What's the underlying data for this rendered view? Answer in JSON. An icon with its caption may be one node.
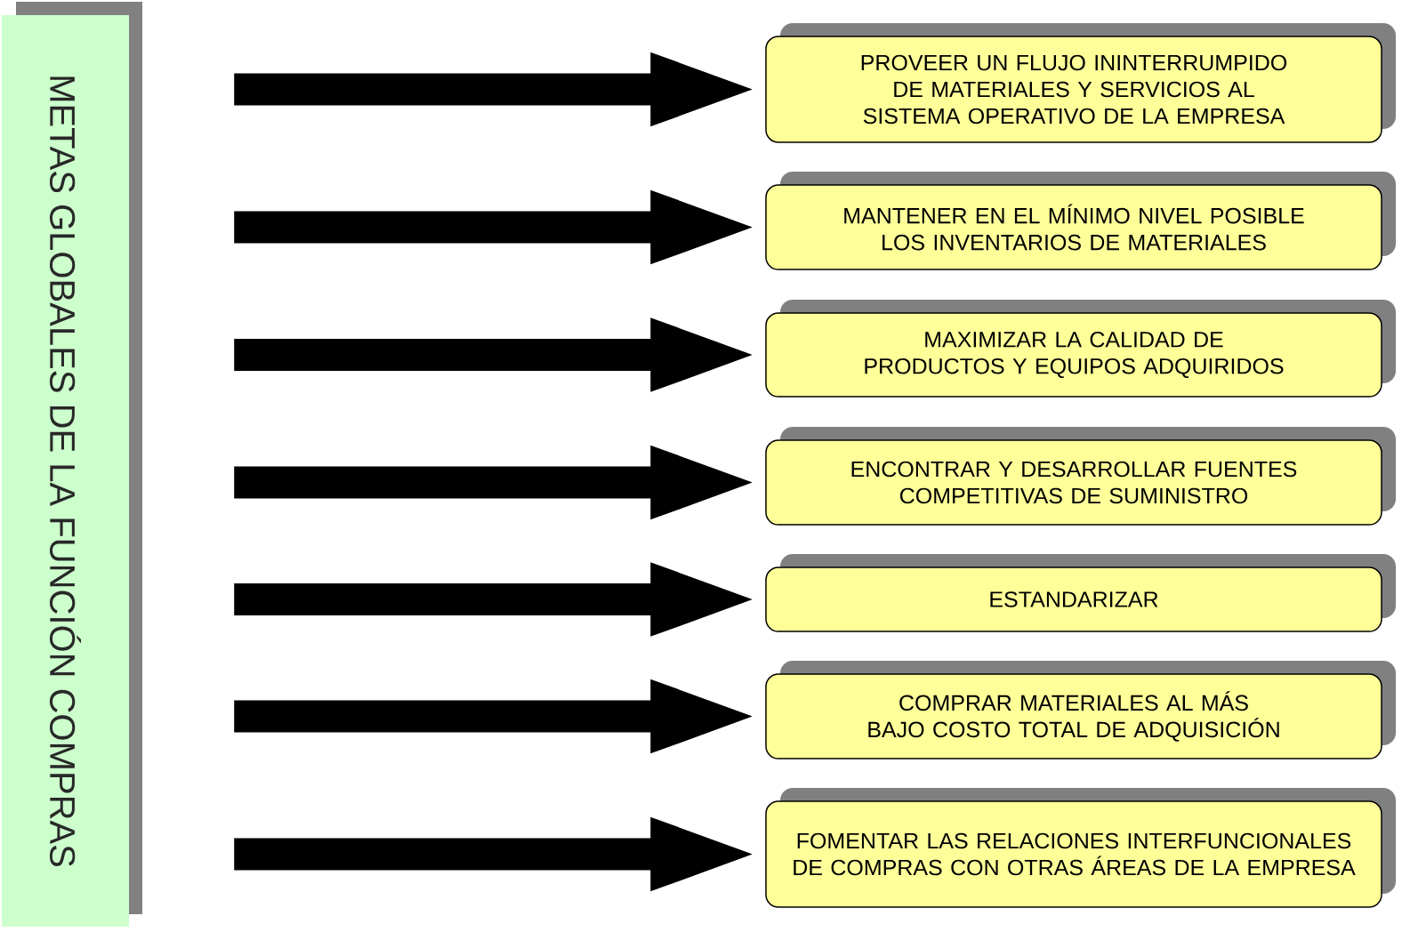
{
  "diagram": {
    "nodes": [
      {
        "text": [
          "METAS GLOBALES DE LA FUNCIÓN COMPRAS"
        ]
      },
      {
        "text": [
          "PROVEER UN FLUJO ININTERRUMPIDO DE MATERIALES Y SERVICIOS AL SISTEMA OPERATIVO DE LA EMPRESA"
        ]
      },
      {
        "text": [
          "MANTENER EN EL MÍNIMO NIVEL POSIBLE LOS INVENTARIOS DE MATERIALES"
        ]
      },
      {
        "text": [
          "MAXIMIZAR LA CALIDAD DE PRODUCTOS Y EQUIPOS ADQUIRIDOS"
        ]
      },
      {
        "text": [
          "ENCONTRAR Y DESARROLLAR FUENTES COMPETITIVAS DE SUMINISTRO"
        ]
      },
      {
        "text": [
          "ESTANDARIZAR"
        ]
      },
      {
        "text": [
          "COMPRAR MATERIALES AL MÁS BAJO COSTO TOTAL DE ADQUISICIÓN"
        ]
      },
      {
        "text": [
          "FOMENTAR LAS RELACIONES INTERFUNCIONALES DE COMPRAS CON OTRAS ÁREAS DE LA EMPRESA"
        ]
      }
    ],
    "edges": [
      {
        "from": 0,
        "to": 1,
        "arrow": "to"
      },
      {
        "from": 0,
        "to": 2,
        "arrow": "to"
      },
      {
        "from": 0,
        "to": 3,
        "arrow": "to"
      },
      {
        "from": 0,
        "to": 4,
        "arrow": "to"
      },
      {
        "from": 0,
        "to": 5,
        "arrow": "to"
      },
      {
        "from": 0,
        "to": 6,
        "arrow": "to"
      },
      {
        "from": 0,
        "to": 7,
        "arrow": "to"
      }
    ]
  }
}
